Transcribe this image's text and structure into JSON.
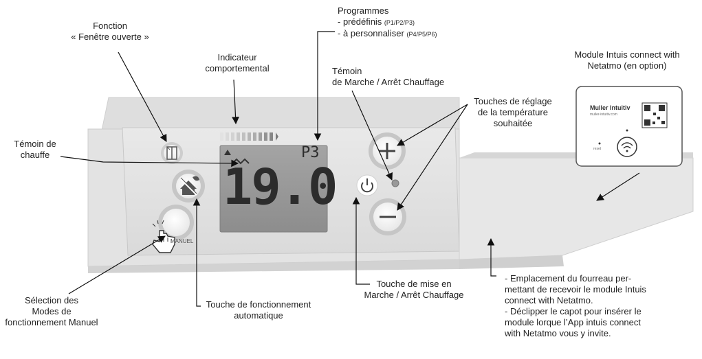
{
  "labels": {
    "fonction_title": "Fonction",
    "fonction_sub": "« Fenêtre ouverte »",
    "indicateur_1": "Indicateur",
    "indicateur_2": "comportemental",
    "temoin_chauffe_1": "Témoin de",
    "temoin_chauffe_2": "chauffe",
    "programmes_title": "Programmes",
    "programmes_pre": "- prédéfinis ",
    "programmes_pre_codes": "(P1/P2/P3)",
    "programmes_perso": "- à personnaliser ",
    "programmes_perso_codes": "(P4/P5/P6)",
    "temoin_marche_1": "Témoin",
    "temoin_marche_2": "de Marche / Arrêt Chauffage",
    "reglage_1": "Touches de réglage",
    "reglage_2": "de la température",
    "reglage_3": "souhaitée",
    "module_1": "Module Intuis connect with",
    "module_2": "Netatmo (en option)",
    "selection_1": "Sélection des",
    "selection_2": "Modes de",
    "selection_3": "fonctionnement Manuel",
    "auto_1": "Touche de fonctionnement",
    "auto_2": "automatique",
    "mise_1": "Touche de mise en",
    "mise_2": "Marche / Arrêt Chauffage",
    "emplacement_1": "- Emplacement du fourreau per-",
    "emplacement_2": "mettant de recevoir le module Intuis",
    "emplacement_3": "connect with Netatmo.",
    "emplacement_4": "- Déclipper le capot pour insérer le",
    "emplacement_5": "module lorque l’App intuis connect",
    "emplacement_6": "with Netatmo vous y invite."
  },
  "display": {
    "temperature": "19.0",
    "program": "P3",
    "manuel_label": "MANUEL"
  },
  "module_card": {
    "brand": "Muller Intuitiv",
    "tagline": "muller-intuitiv.com",
    "reset": "reset"
  },
  "colors": {
    "panel": "#e6e6e6",
    "lcd": "#9a9a9a",
    "button_ring": "#bdbdbd",
    "line": "#111111"
  }
}
